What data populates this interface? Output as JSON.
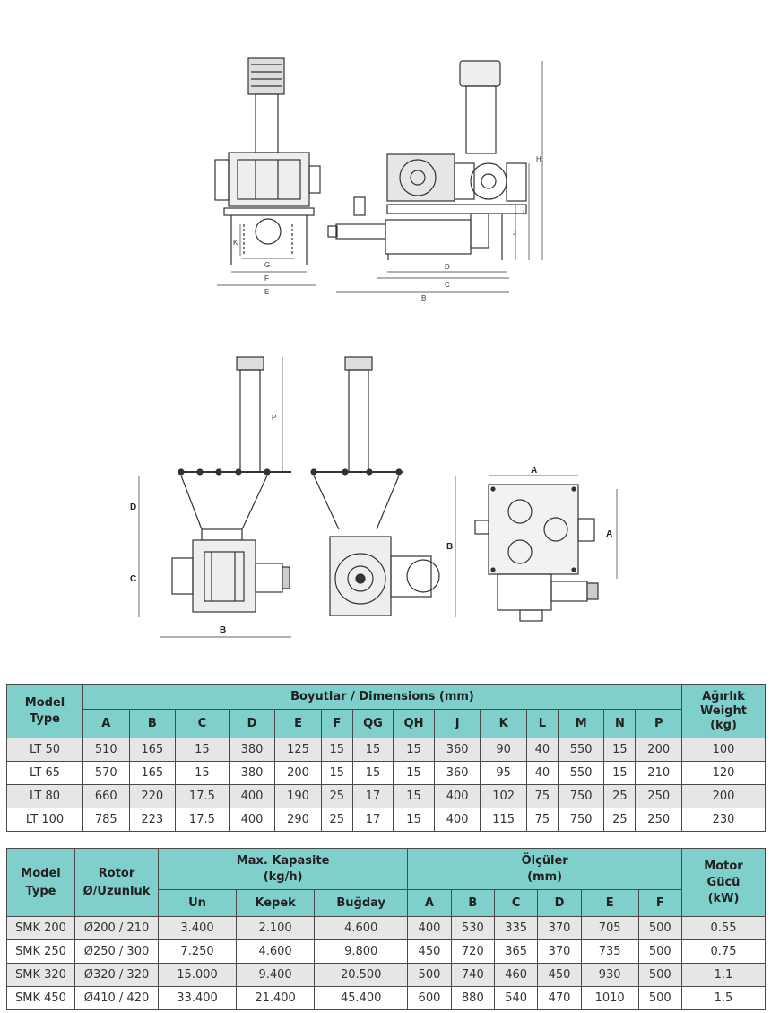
{
  "drawing_labels": {
    "top_left": [
      "G",
      "F",
      "E",
      "K"
    ],
    "top_right": [
      "D",
      "C",
      "B",
      "H",
      "J",
      "I"
    ],
    "bottom_left": [
      "D",
      "C",
      "B",
      "P"
    ],
    "bottom_mid": [
      "B"
    ],
    "bottom_right": [
      "A",
      "A"
    ]
  },
  "table1": {
    "model_header": "Model\nType",
    "group_header": "Boyutlar / Dimensions (mm)",
    "weight_header": "Ağırlık\nWeight\n(kg)",
    "columns": [
      "A",
      "B",
      "C",
      "D",
      "E",
      "F",
      "QG",
      "QH",
      "J",
      "K",
      "L",
      "M",
      "N",
      "P"
    ],
    "rows": [
      {
        "model": "LT 50",
        "values": [
          "510",
          "165",
          "15",
          "380",
          "125",
          "15",
          "15",
          "15",
          "360",
          "90",
          "40",
          "550",
          "15",
          "200"
        ],
        "weight": "100"
      },
      {
        "model": "LT 65",
        "values": [
          "570",
          "165",
          "15",
          "380",
          "200",
          "15",
          "15",
          "15",
          "360",
          "95",
          "40",
          "550",
          "15",
          "210"
        ],
        "weight": "120"
      },
      {
        "model": "LT 80",
        "values": [
          "660",
          "220",
          "17.5",
          "400",
          "190",
          "25",
          "17",
          "15",
          "400",
          "102",
          "75",
          "750",
          "25",
          "250"
        ],
        "weight": "200"
      },
      {
        "model": "LT 100",
        "values": [
          "785",
          "223",
          "17.5",
          "400",
          "290",
          "25",
          "17",
          "15",
          "400",
          "115",
          "75",
          "750",
          "25",
          "250"
        ],
        "weight": "230"
      }
    ]
  },
  "table2": {
    "model_header": "Model\nType",
    "rotor_header": "Rotor\nØ/Uzunluk",
    "capacity_header": "Max. Kapasite\n(kg/h)",
    "capacity_columns": [
      "Un",
      "Kepek",
      "Buğday"
    ],
    "sizes_header": "Ölçüler\n(mm)",
    "size_columns": [
      "A",
      "B",
      "C",
      "D",
      "E",
      "F"
    ],
    "power_header": "Motor\nGücü\n(kW)",
    "rows": [
      {
        "model": "SMK 200",
        "rotor": "Ø200 / 210",
        "capacity": [
          "3.400",
          "2.100",
          "4.600"
        ],
        "sizes": [
          "400",
          "530",
          "335",
          "370",
          "705",
          "500"
        ],
        "power": "0.55"
      },
      {
        "model": "SMK 250",
        "rotor": "Ø250 / 300",
        "capacity": [
          "7.250",
          "4.600",
          "9.800"
        ],
        "sizes": [
          "450",
          "720",
          "365",
          "370",
          "735",
          "500"
        ],
        "power": "0.75"
      },
      {
        "model": "SMK 320",
        "rotor": "Ø320 / 320",
        "capacity": [
          "15.000",
          "9.400",
          "20.500"
        ],
        "sizes": [
          "500",
          "740",
          "460",
          "450",
          "930",
          "500"
        ],
        "power": "1.1"
      },
      {
        "model": "SMK 450",
        "rotor": "Ø410 / 420",
        "capacity": [
          "33.400",
          "21.400",
          "45.400"
        ],
        "sizes": [
          "600",
          "880",
          "540",
          "470",
          "1010",
          "500"
        ],
        "power": "1.5"
      }
    ]
  }
}
